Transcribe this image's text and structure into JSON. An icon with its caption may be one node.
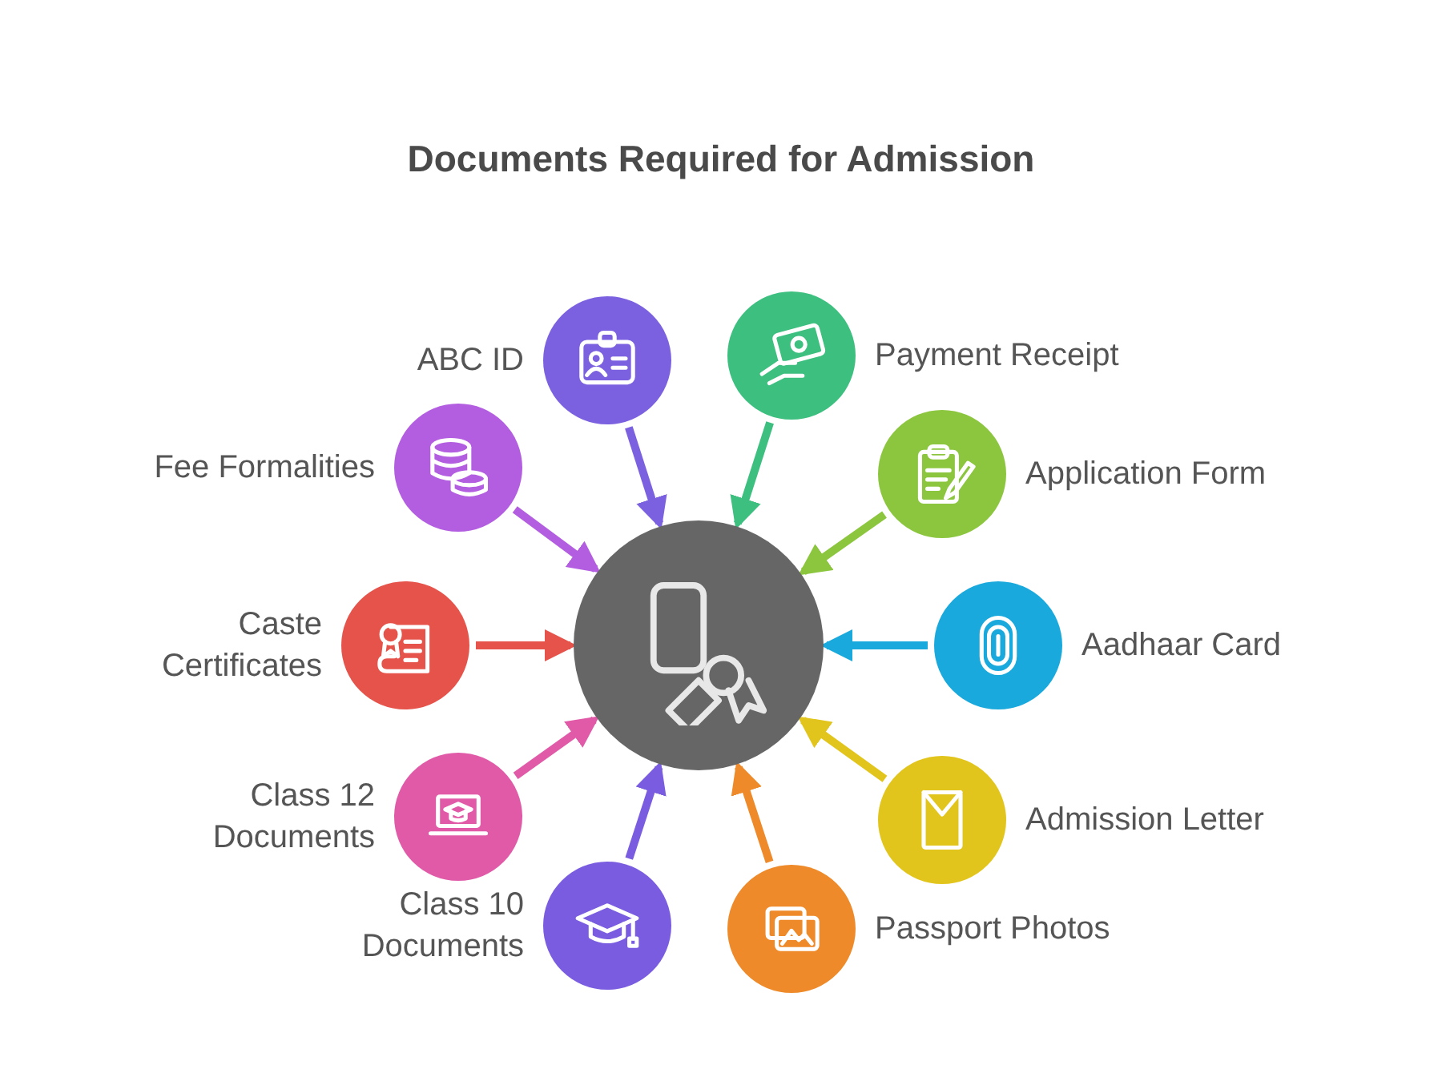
{
  "diagram": {
    "title": "Documents Required for Admission",
    "nodes": [
      {
        "text": [],
        "shape": "circle"
      },
      {
        "text": [
          "ABC ID"
        ]
      },
      {
        "text": [
          "Payment Receipt"
        ]
      },
      {
        "text": [
          "Fee Formalities"
        ]
      },
      {
        "text": [
          "Application Form"
        ]
      },
      {
        "text": [
          "Caste Certificates"
        ]
      },
      {
        "text": [
          "Aadhaar Card"
        ]
      },
      {
        "text": [
          "Class 12 Documents"
        ]
      },
      {
        "text": [
          "Admission Letter"
        ]
      },
      {
        "text": [
          "Class 10 Documents"
        ]
      },
      {
        "text": [
          "Passport Photos"
        ]
      }
    ],
    "edges": [
      {
        "from": 1,
        "to": 0,
        "arrow": "to",
        "color": "#7b61e0"
      },
      {
        "from": 2,
        "to": 0,
        "arrow": "to",
        "color": "#3dbf7f"
      },
      {
        "from": 3,
        "to": 0,
        "arrow": "to",
        "color": "#b35ee0"
      },
      {
        "from": 4,
        "to": 0,
        "arrow": "to",
        "color": "#8cc63f"
      },
      {
        "from": 5,
        "to": 0,
        "arrow": "to",
        "color": "#e5534b"
      },
      {
        "from": 6,
        "to": 0,
        "arrow": "to",
        "color": "#1aa9dc"
      },
      {
        "from": 7,
        "to": 0,
        "arrow": "to",
        "color": "#e05aa8"
      },
      {
        "from": 8,
        "to": 0,
        "arrow": "to",
        "color": "#e2c51c"
      },
      {
        "from": 9,
        "to": 0,
        "arrow": "to",
        "color": "#7a5ce0"
      },
      {
        "from": 10,
        "to": 0,
        "arrow": "to",
        "color": "#ee8a2a"
      }
    ]
  }
}
